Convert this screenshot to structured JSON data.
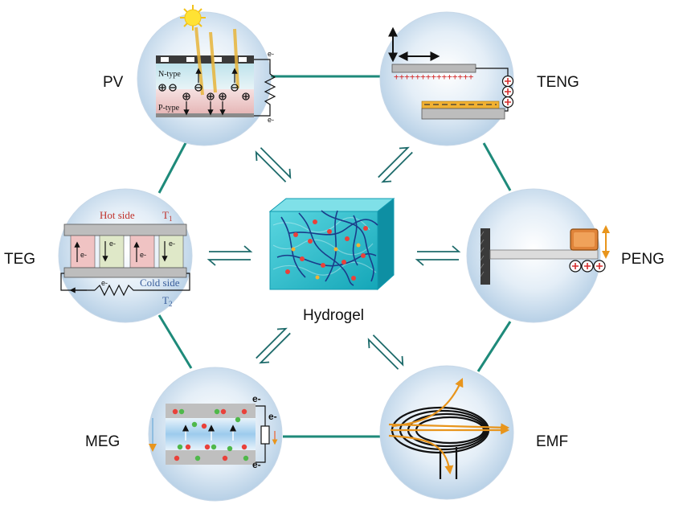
{
  "center": {
    "label": "Hydrogel"
  },
  "nodes": {
    "pv": {
      "label": "PV",
      "n_type": "N-type",
      "p_type": "P-type",
      "electron": "e-"
    },
    "teng": {
      "label": "TENG"
    },
    "peng": {
      "label": "PENG"
    },
    "emf": {
      "label": "EMF"
    },
    "meg": {
      "label": "MEG",
      "electron": "e-"
    },
    "teg": {
      "label": "TEG",
      "hot_side": "Hot side",
      "cold_side": "Cold side",
      "t1": "T",
      "t1_sub": "1",
      "t2": "T",
      "t2_sub": "2",
      "electron": "e-"
    }
  },
  "colors": {
    "connector": "#1e8a7a",
    "circle_fill": "#d6e6f3",
    "hot_text": "#c0322b",
    "cold_text": "#3a5f9c",
    "orange": "#e8951c",
    "positive_charge": "#d42b2b",
    "hydrogel": "#2bc2c6"
  },
  "icons": [
    "sun-icon",
    "equilibrium-arrow-icon",
    "plus-charge-icon",
    "magnet-coil-icon"
  ]
}
